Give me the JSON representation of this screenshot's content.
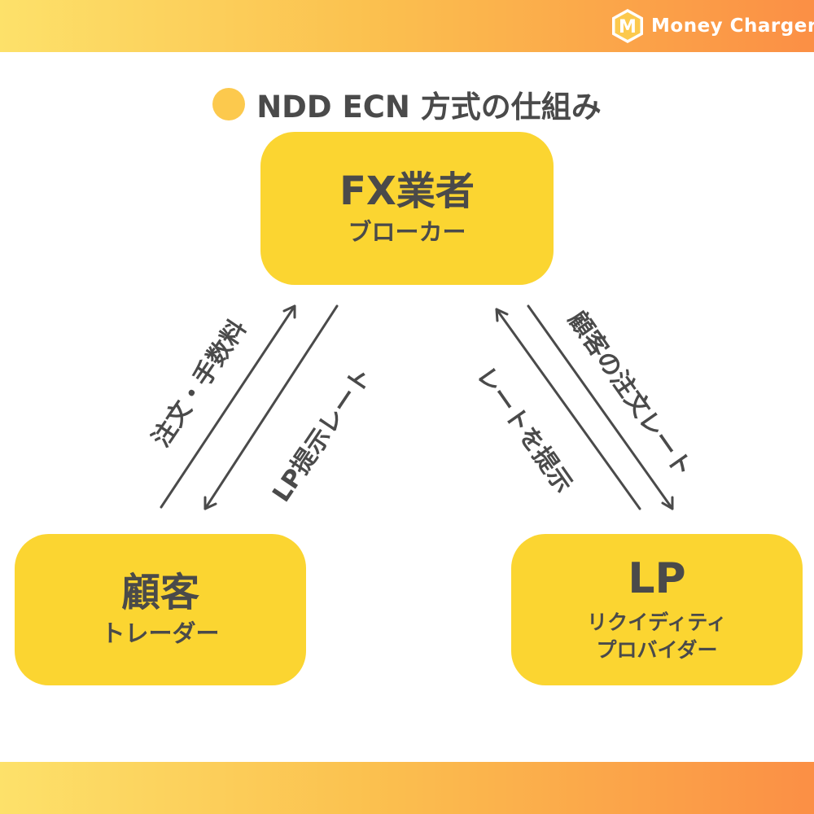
{
  "brand": {
    "name": "Money Charger",
    "mark_letter": "M"
  },
  "title": "NDD ECN 方式の仕組み",
  "nodes": {
    "fx": {
      "title": "FX業者",
      "subtitle": "ブローカー"
    },
    "client": {
      "title": "顧客",
      "subtitle": "トレーダー"
    },
    "lp": {
      "title": "LP",
      "subtitle_line1": "リクイディティ",
      "subtitle_line2": "プロバイダー"
    }
  },
  "edges": {
    "client_to_fx": "注文・手数料",
    "fx_to_client": "LP提示レート",
    "lp_to_fx": "レートを提示",
    "fx_to_lp": "顧客の注文レート"
  },
  "colors": {
    "node_fill": "#fbd531",
    "text": "#4a4a4a",
    "band_start": "#fde16a",
    "band_end": "#fb8f45",
    "title_dot": "#fcc94d"
  }
}
